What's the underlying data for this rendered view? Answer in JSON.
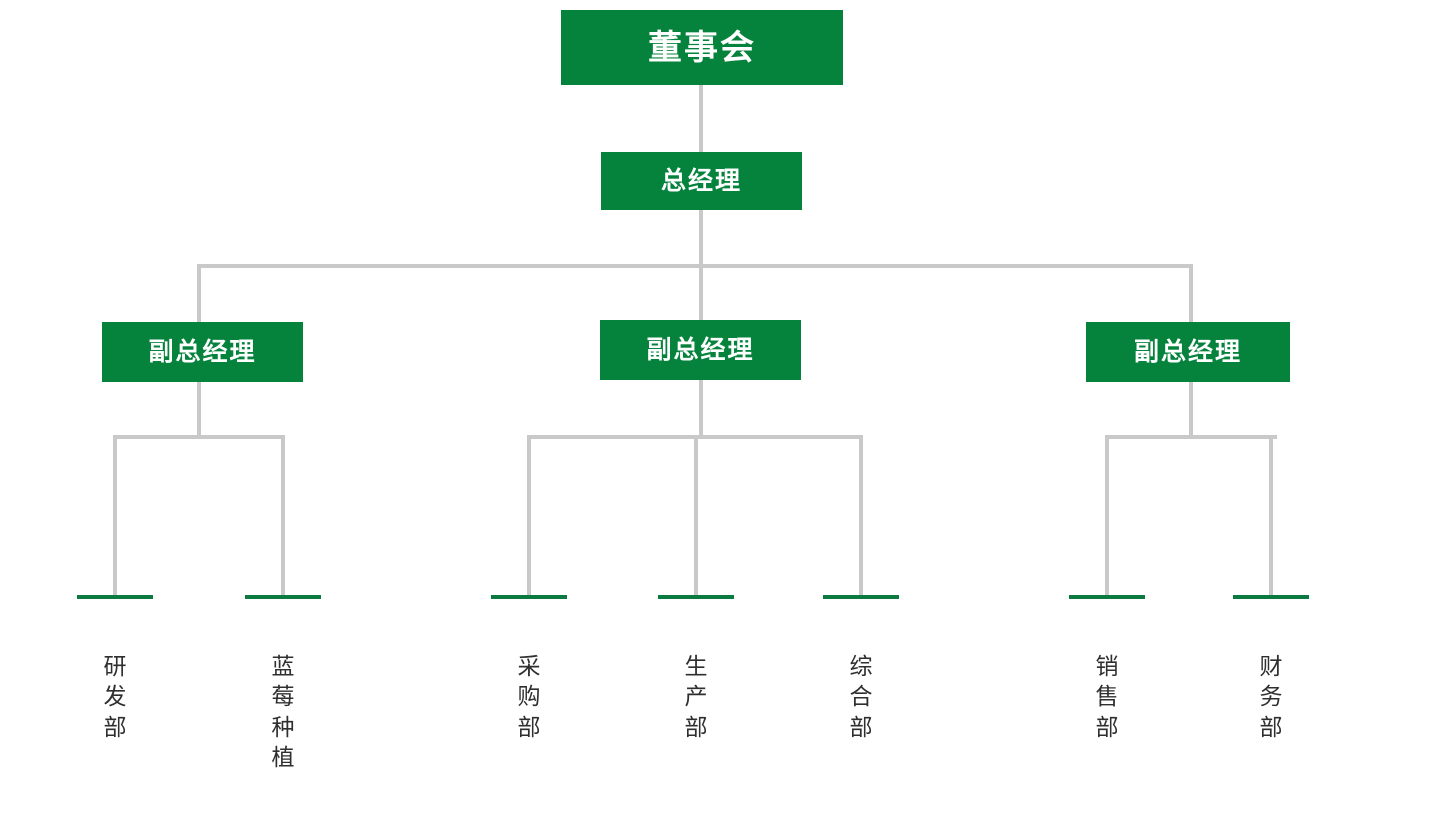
{
  "theme": {
    "node_green": "#05833c",
    "rule_green": "#0a7a41",
    "connector_gray": "#c9c9c9",
    "leaf_text": "#2f2f2f",
    "node_text": "#ffffff",
    "background": "#ffffff"
  },
  "chart_data": {
    "type": "diagram",
    "diagram_kind": "organization-chart",
    "title": "",
    "orientation": "top-down",
    "levels": 4,
    "nodes": [
      {
        "id": "board",
        "label": "董事会",
        "level": 1,
        "parent": null
      },
      {
        "id": "gm",
        "label": "总经理",
        "level": 2,
        "parent": "board"
      },
      {
        "id": "vgm1",
        "label": "副总经理",
        "level": 3,
        "parent": "gm"
      },
      {
        "id": "vgm2",
        "label": "副总经理",
        "level": 3,
        "parent": "gm"
      },
      {
        "id": "vgm3",
        "label": "副总经理",
        "level": 3,
        "parent": "gm"
      },
      {
        "id": "rd",
        "label": "研发部",
        "level": 4,
        "parent": "vgm1"
      },
      {
        "id": "bb",
        "label": "蓝莓种植",
        "level": 4,
        "parent": "vgm1"
      },
      {
        "id": "purch",
        "label": "采购部",
        "level": 4,
        "parent": "vgm2"
      },
      {
        "id": "prod",
        "label": "生产部",
        "level": 4,
        "parent": "vgm2"
      },
      {
        "id": "admin",
        "label": "综合部",
        "level": 4,
        "parent": "vgm2"
      },
      {
        "id": "sales",
        "label": "销售部",
        "level": 4,
        "parent": "vgm3"
      },
      {
        "id": "fin",
        "label": "财务部",
        "level": 4,
        "parent": "vgm3"
      }
    ]
  },
  "top": {
    "board_label": "董事会"
  },
  "level2": {
    "gm_label": "总经理"
  },
  "level3": {
    "vgm_left_label": "副总经理",
    "vgm_mid_label": "副总经理",
    "vgm_right_label": "副总经理"
  },
  "departments": {
    "rd_label": "研发部",
    "blueberry_label": "蓝莓种植",
    "purchasing_label": "采购部",
    "production_label": "生产部",
    "general_affairs_label": "综合部",
    "sales_label": "销售部",
    "finance_label": "财务部"
  }
}
